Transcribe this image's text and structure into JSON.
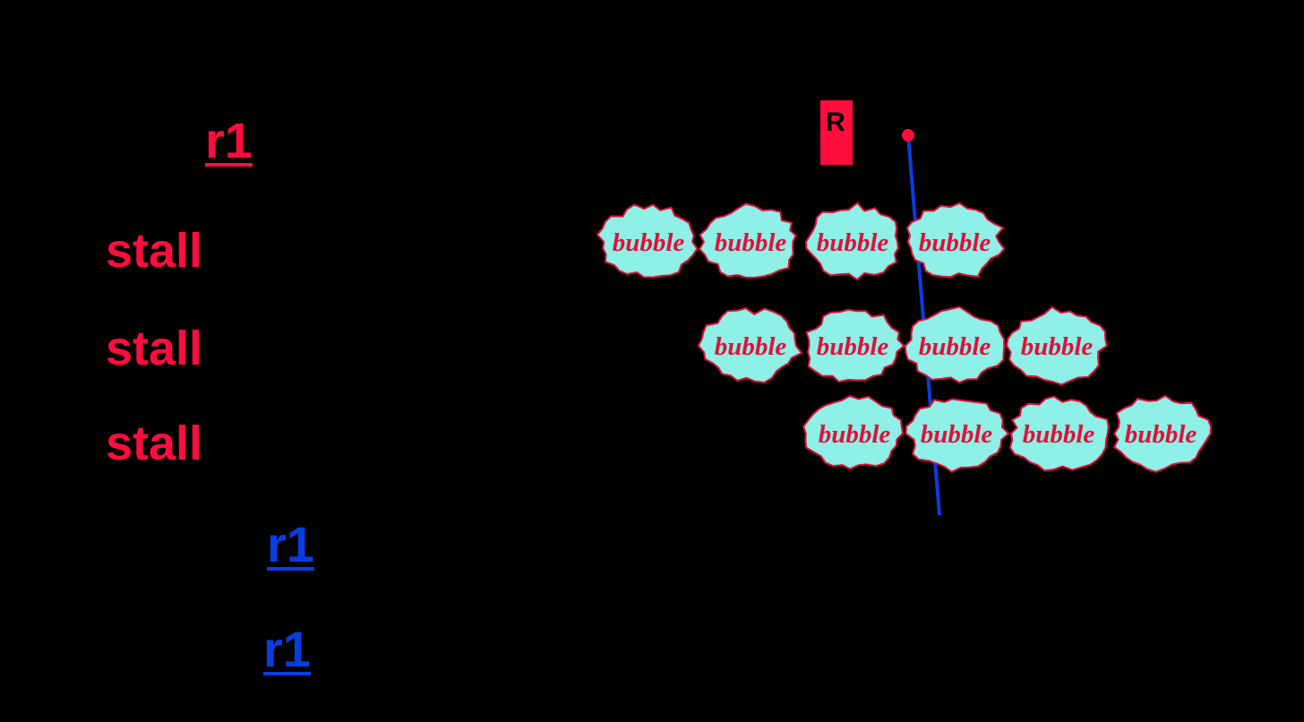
{
  "colors": {
    "background": "#000000",
    "red": "#ff0d3c",
    "blue": "#0a3de0",
    "bubble_fill": "#8ef0e6",
    "bubble_stroke": "#e0103a",
    "bubble_text": "#e0103a"
  },
  "left_column": {
    "dest_register": "r1",
    "stalls": [
      "stall",
      "stall",
      "stall"
    ],
    "source_registers": [
      "r1",
      "r1"
    ]
  },
  "marker": {
    "label_glyph": "R"
  },
  "bubble_rows": [
    [
      "bubble",
      "bubble",
      "bubble",
      "bubble"
    ],
    [
      "bubble",
      "bubble",
      "bubble",
      "bubble"
    ],
    [
      "bubble",
      "bubble",
      "bubble",
      "bubble"
    ]
  ]
}
